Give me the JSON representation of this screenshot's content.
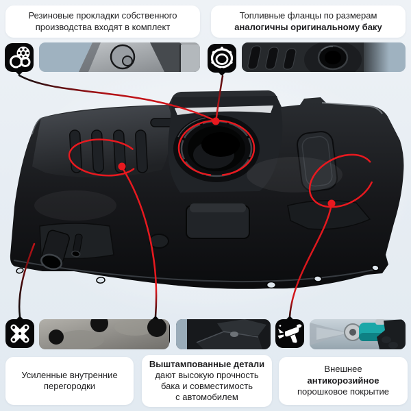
{
  "colors": {
    "accent_red": "#e8191f",
    "icon_background": "#070708",
    "card_background": "#ffffff",
    "text": "#1d1d1f",
    "page_background_top": "#eef2f6",
    "page_background_bottom": "#e2eaf1",
    "photo_backdrop_blue_gray": "#9fb2c0"
  },
  "callouts": {
    "top_left": {
      "lines": [
        "Резиновые прокладки собственного",
        "производства входят в комплект"
      ],
      "icon": "gasket-rings-icon",
      "photo": "flange-seat-metal-photo"
    },
    "top_right": {
      "lines": [
        "Топливные фланцы по размерам",
        "аналогичны оригинальному баку"
      ],
      "icon": "fuel-flange-icon",
      "photo": "tank-flange-opening-photo"
    },
    "bottom_left": {
      "lines": [
        "Усиленные внутренние",
        "перегородки"
      ],
      "icon": "baffle-plate-icon",
      "photo": "baffle-holes-metal-photo"
    },
    "bottom_middle": {
      "lines": [
        "Выштампованные детали",
        "дают высокую прочность",
        "бака и совместимость",
        "с автомобилем"
      ],
      "icon": "stamping-press-icon",
      "photo": "stamped-parts-photo"
    },
    "bottom_right": {
      "lines": [
        "Внешнее",
        "антикорозийное",
        "порошковое покрытие"
      ],
      "icon": "spray-gun-icon",
      "photo": "powder-coating-spray-gun-photo"
    }
  },
  "main_subject": "car-fuel-tank-photo"
}
